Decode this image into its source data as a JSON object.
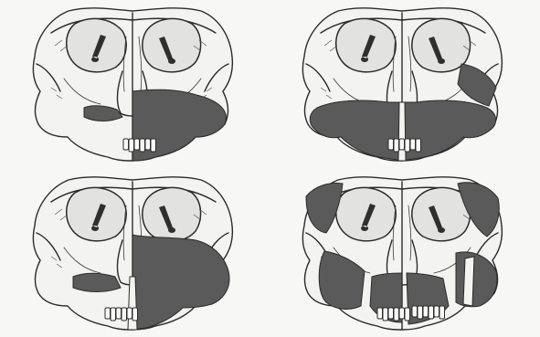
{
  "colors": {
    "background": "#f7f7f6",
    "bone": "#f3f3f1",
    "resection": "#5a5a5a",
    "ink": "#2b2b2b"
  },
  "panels": [
    {
      "id": "p1",
      "shaded": "right-hemimaxilla"
    },
    {
      "id": "p2",
      "shaded": "bilateral-infrastructure"
    },
    {
      "id": "p3",
      "shaded": "right-maxilla-with-orbital-floor"
    },
    {
      "id": "p4",
      "shaded": "bilateral-segmental"
    }
  ]
}
